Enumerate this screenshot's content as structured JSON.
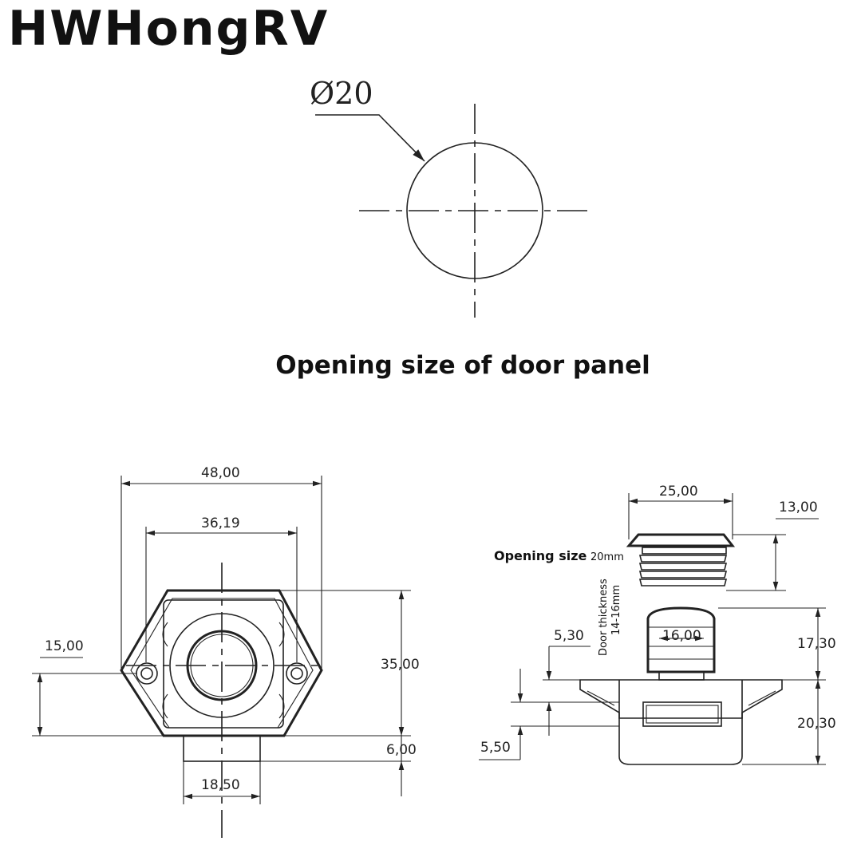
{
  "brand": "HWHongRV",
  "caption": "Opening size of door panel",
  "hole_diameter": "Ø20",
  "front_view": {
    "width_outer": "48,00",
    "width_inner": "36,19",
    "height": "35,00",
    "hole_offset": "15,00",
    "base_height": "6,00",
    "base_width": "18,50"
  },
  "side_view": {
    "cap_width": "25,00",
    "cap_height": "13,00",
    "opening_label": "Opening size",
    "opening_value": "20mm",
    "door_label": "Door thickness",
    "door_value": "14-16mm",
    "knob_width": "16,00",
    "knob_height": "17,30",
    "body_height": "20,30",
    "flange_offset": "5,30",
    "flange_gap": "5,50"
  }
}
